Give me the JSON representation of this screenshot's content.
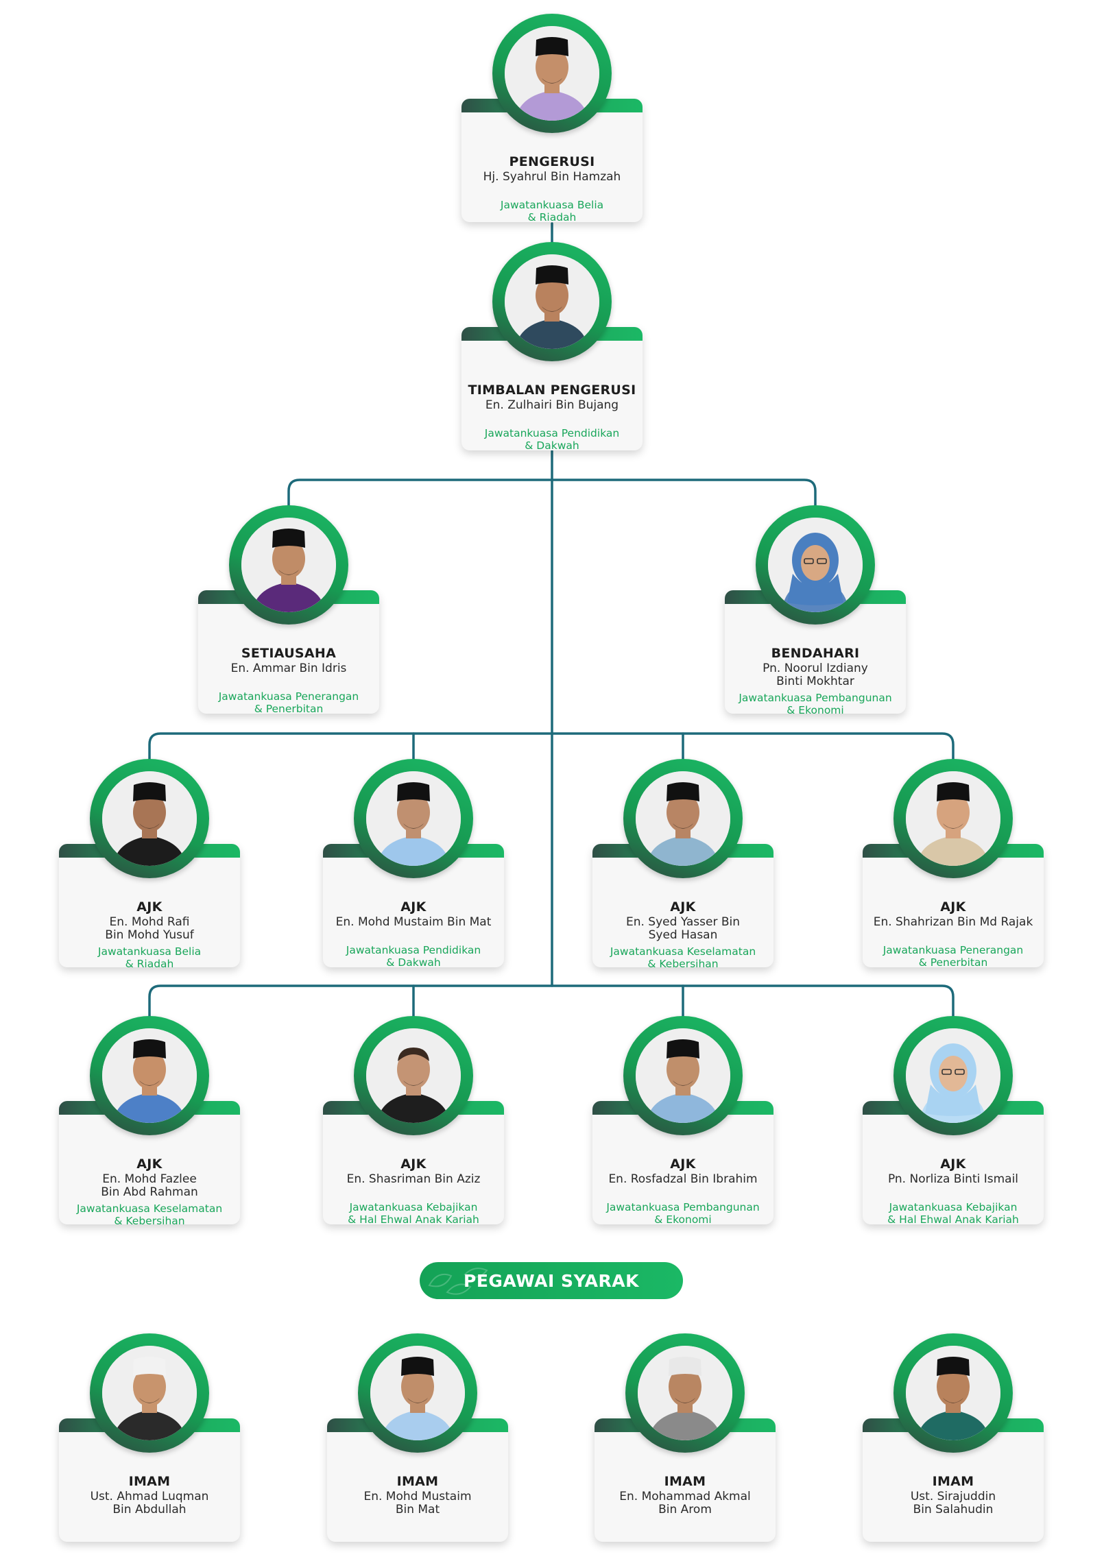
{
  "colors": {
    "accent": "#1bb865",
    "connector": "#1d6a7a",
    "committee_text": "#19a65a"
  },
  "committee_members": [
    {
      "role": "PENGERUSI",
      "name": "Hj. Syahrul Bin Hamzah",
      "committee": "Jawatankuasa Belia\n& Riadah"
    },
    {
      "role": "TIMBALAN PENGERUSI",
      "name": "En. Zulhairi Bin Bujang",
      "committee": "Jawatankuasa Pendidikan\n& Dakwah"
    },
    {
      "role": "SETIAUSAHA",
      "name": "En. Ammar Bin Idris",
      "committee": "Jawatankuasa Penerangan\n& Penerbitan"
    },
    {
      "role": "BENDAHARI",
      "name": "Pn. Noorul Izdiany\nBinti Mokhtar",
      "committee": "Jawatankuasa Pembangunan\n& Ekonomi"
    },
    {
      "role": "AJK",
      "name": "En. Mohd Rafi\nBin Mohd Yusuf",
      "committee": "Jawatankuasa Belia\n& Riadah"
    },
    {
      "role": "AJK",
      "name": "En. Mohd Mustaim Bin Mat",
      "committee": "Jawatankuasa Pendidikan\n& Dakwah"
    },
    {
      "role": "AJK",
      "name": "En. Syed Yasser Bin\nSyed Hasan",
      "committee": "Jawatankuasa Keselamatan\n& Kebersihan"
    },
    {
      "role": "AJK",
      "name": "En. Shahrizan Bin Md Rajak",
      "committee": "Jawatankuasa Penerangan\n& Penerbitan"
    },
    {
      "role": "AJK",
      "name": "En. Mohd Fazlee\nBin Abd Rahman",
      "committee": "Jawatankuasa Keselamatan\n& Kebersihan"
    },
    {
      "role": "AJK",
      "name": "En. Shasriman Bin Aziz",
      "committee": "Jawatankuasa Kebajikan\n& Hal Ehwal Anak Kariah"
    },
    {
      "role": "AJK",
      "name": "En. Rosfadzal Bin Ibrahim",
      "committee": "Jawatankuasa Pembangunan\n& Ekonomi"
    },
    {
      "role": "AJK",
      "name": "Pn. Norliza Binti Ismail",
      "committee": "Jawatankuasa Kebajikan\n& Hal Ehwal Anak Kariah"
    }
  ],
  "section_banner": "PEGAWAI SYARAK",
  "pegawai_syarak": [
    {
      "role": "IMAM",
      "name": "Ust. Ahmad Luqman\nBin Abdullah"
    },
    {
      "role": "IMAM",
      "name": "En. Mohd Mustaim\nBin Mat"
    },
    {
      "role": "IMAM",
      "name": "En. Mohammad Akmal\nBin Arom"
    },
    {
      "role": "IMAM",
      "name": "Ust. Sirajuddin\nBin Salahudin"
    }
  ]
}
